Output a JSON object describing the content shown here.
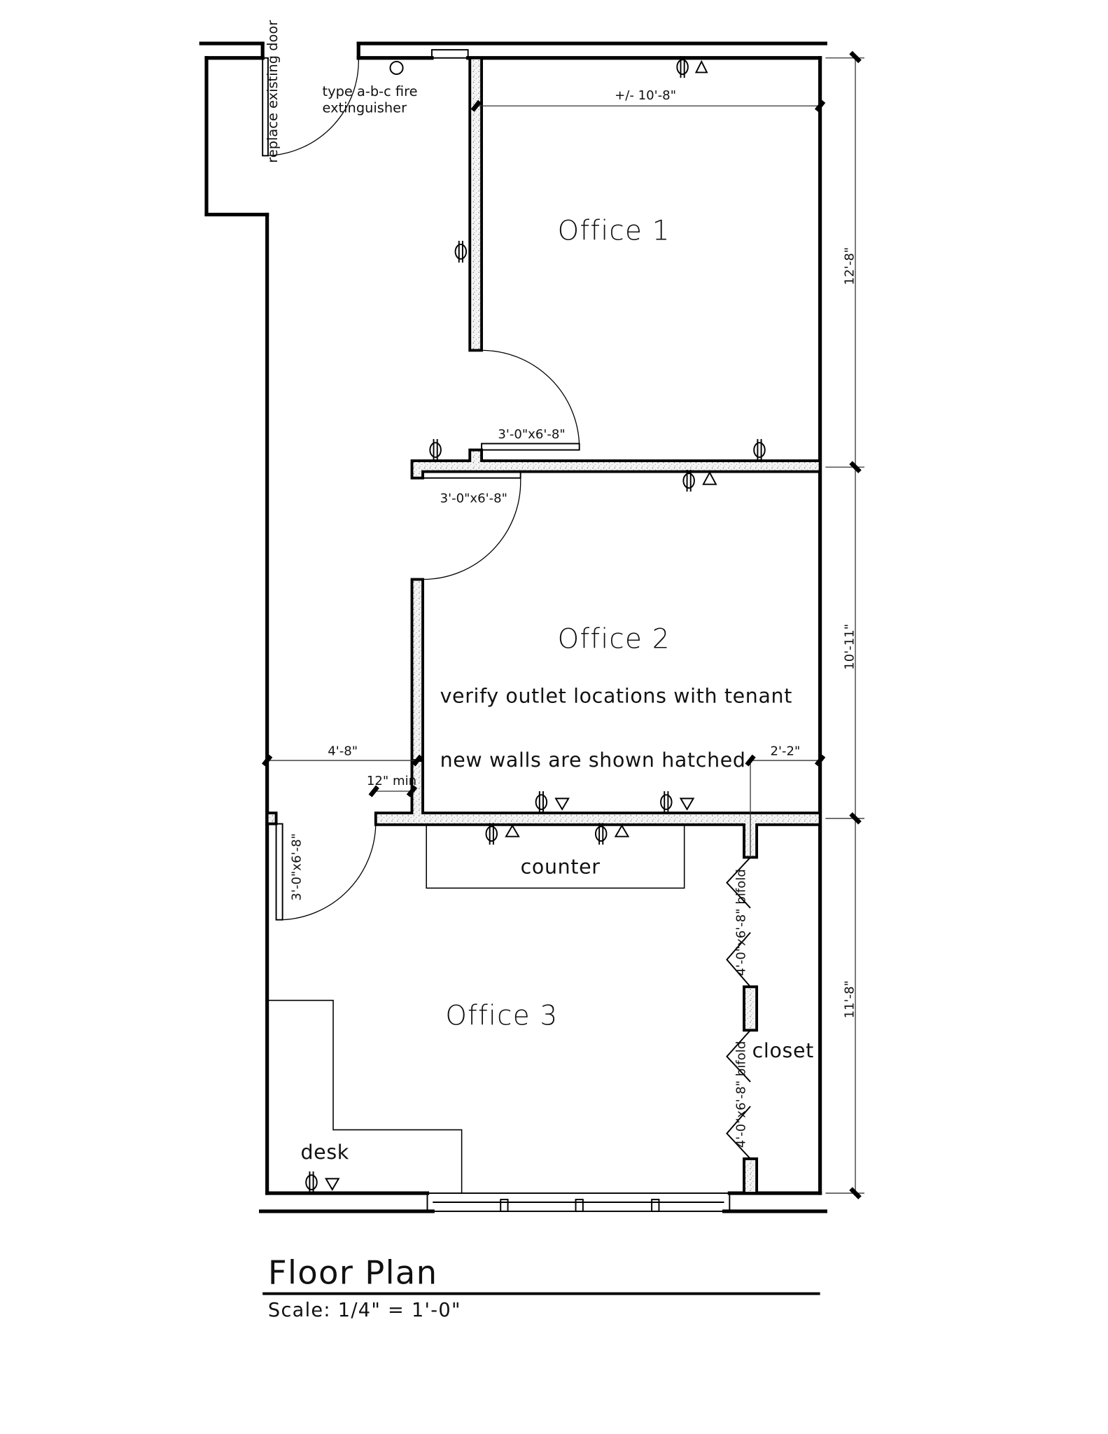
{
  "drawing": {
    "title": "Floor Plan",
    "scale": "Scale: 1/4\" = 1'-0\""
  },
  "rooms": [
    {
      "label": "Office 1"
    },
    {
      "label": "Office 2"
    },
    {
      "label": "Office 3"
    },
    {
      "label": "closet"
    }
  ],
  "notes": {
    "replace_door": "replace existing door",
    "extinguisher_line1": "type a-b-c fire",
    "extinguisher_line2": "extinguisher",
    "verify_outlets": "verify outlet locations with tenant",
    "new_walls": "new walls are shown hatched"
  },
  "furniture": {
    "counter": "counter",
    "desk": "desk"
  },
  "doors": {
    "office1_door": "3'-0\"x6'-8\"",
    "office2_door": "3'-0\"x6'-8\"",
    "office3_door": "3'-0\"x6'-8\"",
    "bifold_upper": "4'-0\"x6'-8\" bifold",
    "bifold_lower": "4'-0\"x6'-8\" bifold"
  },
  "dimensions": {
    "office1_width": "+/- 10'-8\"",
    "office1_depth": "12'-8\"",
    "office2_depth": "10'-11\"",
    "office3_depth": "11'-8\"",
    "corridor_width": "4'-8\"",
    "door_clearance": "12\" min",
    "closet_width": "2'-2\""
  },
  "symbols": {
    "outlet": "duplex-outlet",
    "data": "data-jack",
    "phone": "phone-jack",
    "extinguisher": "fire-extinguisher"
  }
}
